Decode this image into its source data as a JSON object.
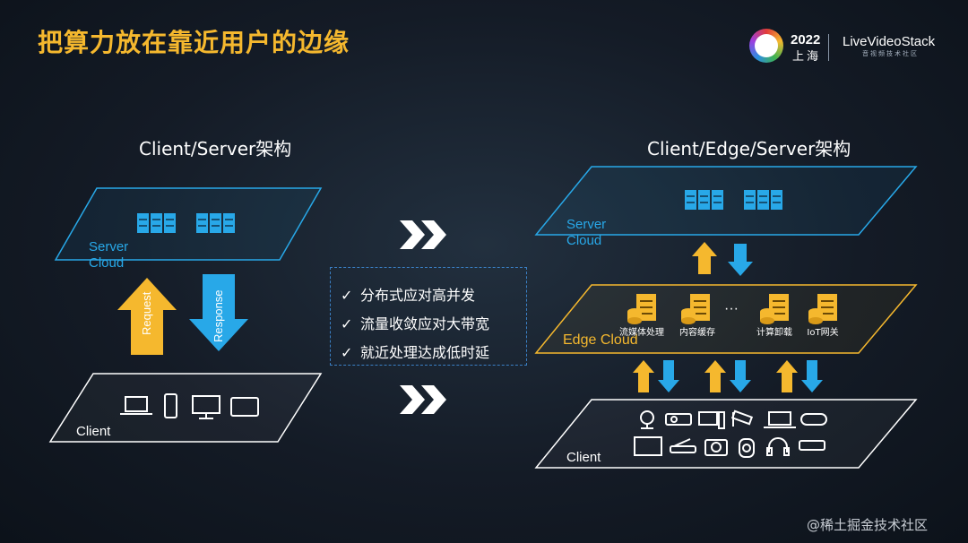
{
  "title": "把算力放在靠近用户的边缘",
  "logo": {
    "year": "2022",
    "city": "上海",
    "brand": "LiveVideoStack",
    "tagline": "音视频技术社区"
  },
  "left": {
    "heading": "Client/Server架构",
    "server_label": "Server Cloud",
    "client_label": "Client",
    "request_label": "Request",
    "response_label": "Response"
  },
  "center": {
    "features": [
      "分布式应对高并发",
      "流量收敛应对大带宽",
      "就近处理达成低时延"
    ],
    "check": "✓"
  },
  "right": {
    "heading": "Client/Edge/Server架构",
    "server_label": "Server Cloud",
    "edge_label": "Edge Cloud",
    "client_label": "Client",
    "ellipsis": "···",
    "edge_services": [
      "流媒体处理",
      "内容缓存",
      "计算卸载",
      "IoT网关"
    ]
  },
  "watermark": "@稀土掘金技术社区",
  "colors": {
    "accent": "#f5b82e",
    "blue": "#28a8e8",
    "frame": "#ffffff"
  }
}
